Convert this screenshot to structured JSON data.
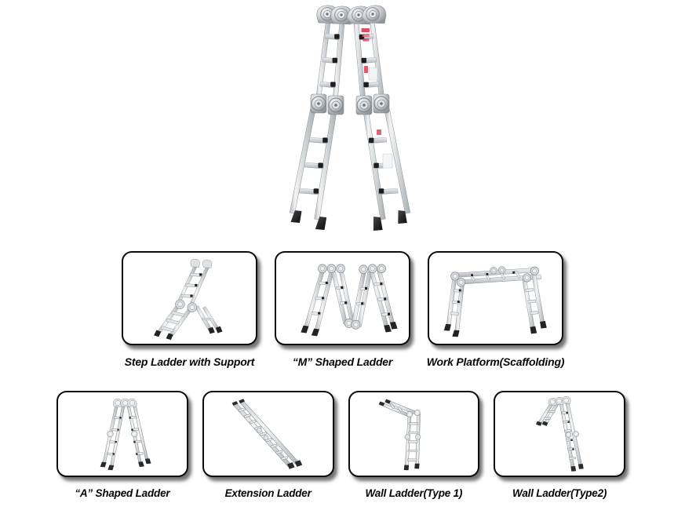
{
  "page": {
    "background_color": "#ffffff",
    "hero": {
      "name": "multi-purpose-aluminium-ladder",
      "configuration": "A-shape / step ladder position",
      "material_color": "#d8dadc",
      "hinge_color": "#c9ccce",
      "foot_color": "#2b2b2b",
      "warning_label_color": "#d8304a",
      "rung_count_per_section": 3
    },
    "panel_rows": [
      {
        "row_name": "configurations-row-1",
        "panels": [
          {
            "figure": "step-ladder-with-support",
            "caption": "Step Ladder with Support"
          },
          {
            "figure": "m-shaped-ladder",
            "caption": "“M” Shaped Ladder"
          },
          {
            "figure": "work-platform-scaffolding",
            "caption": "Work Platform(Scaffolding)"
          }
        ]
      },
      {
        "row_name": "configurations-row-2",
        "panels": [
          {
            "figure": "a-shaped-ladder",
            "caption": "“A” Shaped Ladder"
          },
          {
            "figure": "extension-ladder",
            "caption": "Extension Ladder"
          },
          {
            "figure": "wall-ladder-type-1",
            "caption": "Wall Ladder(Type 1)"
          },
          {
            "figure": "wall-ladder-type-2",
            "caption": "Wall Ladder(Type2)"
          }
        ]
      }
    ],
    "colors": {
      "panel_border": "#0d0d0d",
      "panel_fill": "#ffffff",
      "caption_text": "#060606",
      "aluminium_light": "#eef0f1",
      "aluminium_mid": "#c8cbce",
      "aluminium_dark": "#9aa0a4",
      "foot_dark": "#262626"
    }
  }
}
